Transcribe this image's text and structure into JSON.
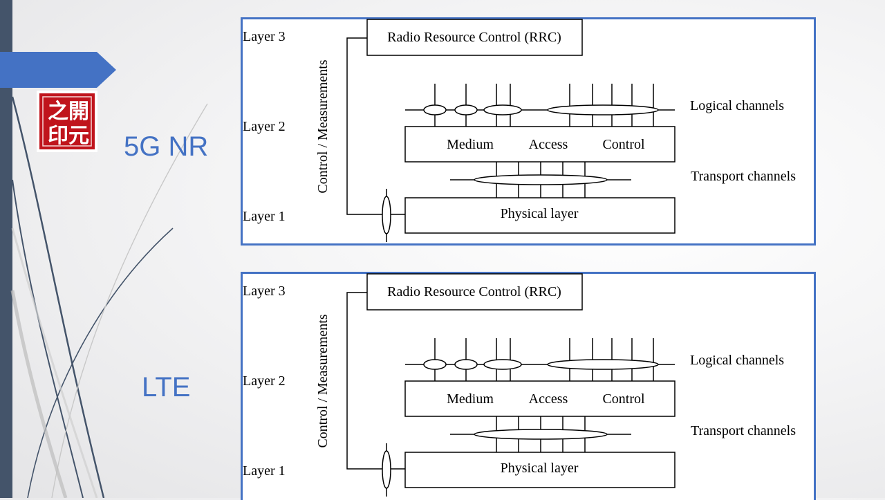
{
  "slide": {
    "logo": {
      "icon": "seal-stamp-icon",
      "characters": "之開印元",
      "color": "#c0141c"
    },
    "accent_color": "#4472c4",
    "strip_color": "#44546a"
  },
  "diagrams": [
    {
      "label": "5G NR",
      "layer3": "Layer 3",
      "layer2": "Layer 2",
      "layer1": "Layer 1",
      "rrc": "Radio Resource Control (RRC)",
      "control_meas": "Control / Measurements",
      "logical_channels": "Logical channels",
      "transport_channels": "Transport channels",
      "mac_words": [
        "Medium",
        "Access",
        "Control"
      ],
      "physical_layer": "Physical layer",
      "border_color": "#4472c4"
    },
    {
      "label": "LTE",
      "layer3": "Layer 3",
      "layer2": "Layer 2",
      "layer1": "Layer 1",
      "rrc": "Radio Resource Control (RRC)",
      "control_meas": "Control / Measurements",
      "logical_channels": "Logical channels",
      "transport_channels": "Transport channels",
      "mac_words": [
        "Medium",
        "Access",
        "Control"
      ],
      "physical_layer": "Physical layer",
      "border_color": "#4472c4"
    }
  ]
}
